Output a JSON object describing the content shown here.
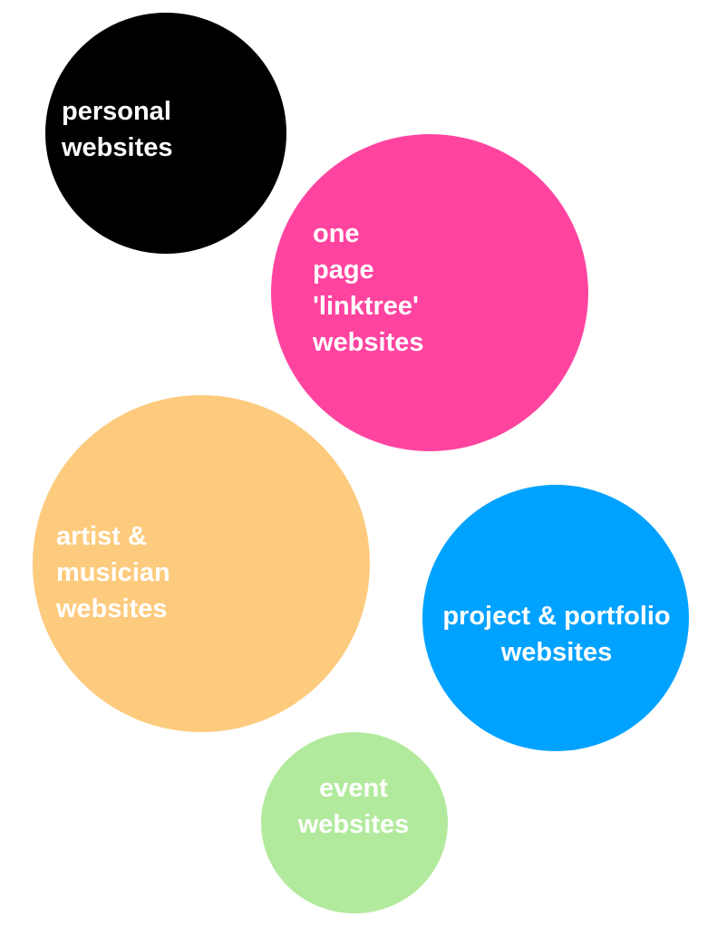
{
  "bubbles": [
    {
      "id": "personal",
      "lines": [
        "personal",
        "websites"
      ],
      "color": "#000000"
    },
    {
      "id": "linktree",
      "lines": [
        "one",
        "page",
        "'linktree'",
        "websites"
      ],
      "color": "#FF44A0"
    },
    {
      "id": "artist",
      "lines": [
        "artist &",
        "musician",
        "websites"
      ],
      "color": "#FDCB7E"
    },
    {
      "id": "portfolio",
      "lines": [
        "project & portfolio",
        "websites"
      ],
      "color": "#00A2FF"
    },
    {
      "id": "event",
      "lines": [
        "event",
        "websites"
      ],
      "color": "#B2EA9D"
    }
  ]
}
